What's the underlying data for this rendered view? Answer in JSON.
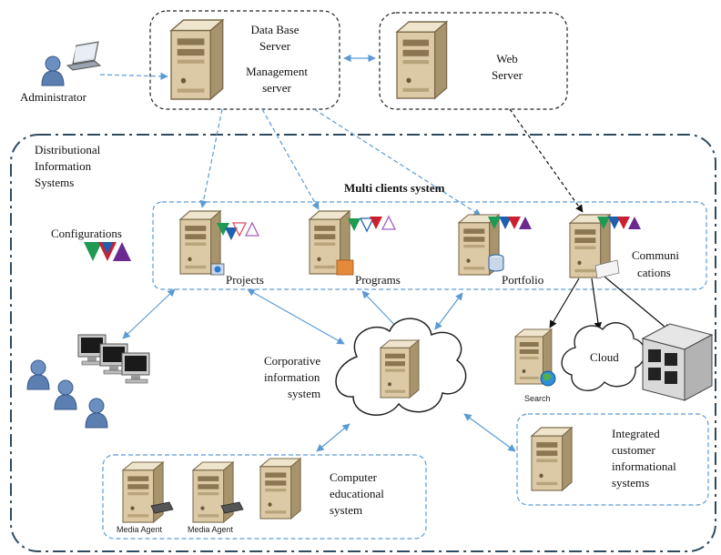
{
  "labels": {
    "administrator": "Administrator",
    "db_server_line1": "Data Base",
    "db_server_line2": "Server",
    "mgmt_server_line1": "Management",
    "mgmt_server_line2": "server",
    "web_server_line1": "Web",
    "web_server_line2": "Server",
    "dis_line1": "Distributional",
    "dis_line2": "Information",
    "dis_line3": "Systems",
    "multi_clients": "Multi clients system",
    "configurations": "Configurations",
    "projects": "Projects",
    "programs": "Programs",
    "portfolio": "Portfolio",
    "communications_line1": "Communi",
    "communications_line2": "cations",
    "cloud": "Cloud",
    "search": "Search",
    "corporative_line1": "Corporative",
    "corporative_line2": "information",
    "corporative_line3": "system",
    "integrated_line1": "Integrated",
    "integrated_line2": "customer",
    "integrated_line3": "informational",
    "integrated_line4": "systems",
    "computer_edu_line1": "Computer",
    "computer_edu_line2": "educational",
    "computer_edu_line3": "system",
    "media_agent_1": "Media Agent",
    "media_agent_2": "Media Agent"
  },
  "colors": {
    "arrow_blue": "#5b9bd5",
    "frame_dark": "#2f4a5e",
    "server_body": "#d8c8a8",
    "server_dark": "#9c8a66",
    "tri_green": "#1e9a52",
    "tri_blue": "#1f5fb0",
    "tri_red": "#cc2030",
    "tri_purple": "#6a2a90",
    "tri_outline_red": "#e05060",
    "tri_outline_purple": "#a060c0",
    "person_blue": "#5a7fb0"
  }
}
